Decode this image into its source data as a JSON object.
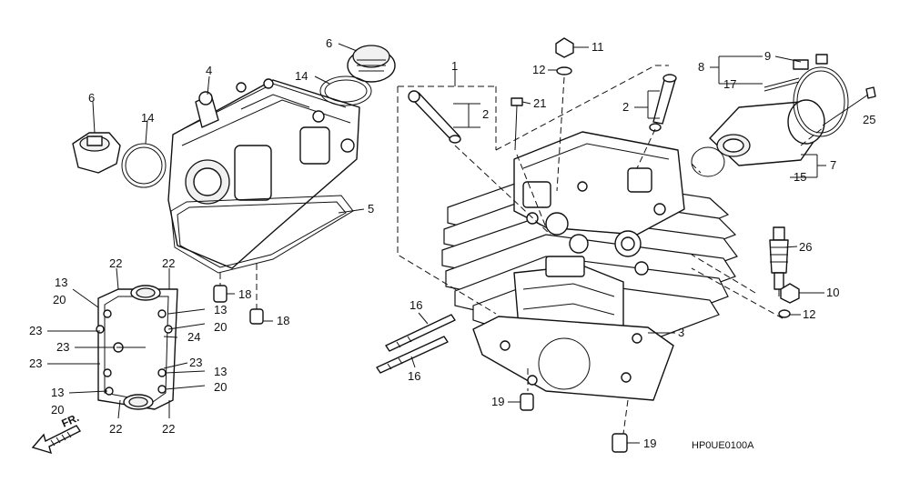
{
  "diagram": {
    "code": "HP0UE0100A",
    "front_marker": "FR.",
    "callouts": [
      {
        "id": "c1",
        "text": "1"
      },
      {
        "id": "c2a",
        "text": "2"
      },
      {
        "id": "c2b",
        "text": "2"
      },
      {
        "id": "c3",
        "text": "3"
      },
      {
        "id": "c4",
        "text": "4"
      },
      {
        "id": "c5",
        "text": "5"
      },
      {
        "id": "c6a",
        "text": "6"
      },
      {
        "id": "c6b",
        "text": "6"
      },
      {
        "id": "c7",
        "text": "7"
      },
      {
        "id": "c8",
        "text": "8"
      },
      {
        "id": "c9",
        "text": "9"
      },
      {
        "id": "c10",
        "text": "10"
      },
      {
        "id": "c11",
        "text": "11"
      },
      {
        "id": "c12a",
        "text": "12"
      },
      {
        "id": "c12b",
        "text": "12"
      },
      {
        "id": "c13a",
        "text": "13"
      },
      {
        "id": "c13b",
        "text": "13"
      },
      {
        "id": "c13c",
        "text": "13"
      },
      {
        "id": "c13d",
        "text": "13"
      },
      {
        "id": "c14a",
        "text": "14"
      },
      {
        "id": "c14b",
        "text": "14"
      },
      {
        "id": "c15",
        "text": "15"
      },
      {
        "id": "c16a",
        "text": "16"
      },
      {
        "id": "c16b",
        "text": "16"
      },
      {
        "id": "c17",
        "text": "17"
      },
      {
        "id": "c18a",
        "text": "18"
      },
      {
        "id": "c18b",
        "text": "18"
      },
      {
        "id": "c19a",
        "text": "19"
      },
      {
        "id": "c19b",
        "text": "19"
      },
      {
        "id": "c20a",
        "text": "20"
      },
      {
        "id": "c20b",
        "text": "20"
      },
      {
        "id": "c20c",
        "text": "20"
      },
      {
        "id": "c20d",
        "text": "20"
      },
      {
        "id": "c21",
        "text": "21"
      },
      {
        "id": "c22a",
        "text": "22"
      },
      {
        "id": "c22b",
        "text": "22"
      },
      {
        "id": "c22c",
        "text": "22"
      },
      {
        "id": "c22d",
        "text": "22"
      },
      {
        "id": "c23a",
        "text": "23"
      },
      {
        "id": "c23b",
        "text": "23"
      },
      {
        "id": "c23c",
        "text": "23"
      },
      {
        "id": "c23d",
        "text": "23"
      },
      {
        "id": "c24",
        "text": "24"
      },
      {
        "id": "c25",
        "text": "25"
      },
      {
        "id": "c26",
        "text": "26"
      }
    ]
  }
}
